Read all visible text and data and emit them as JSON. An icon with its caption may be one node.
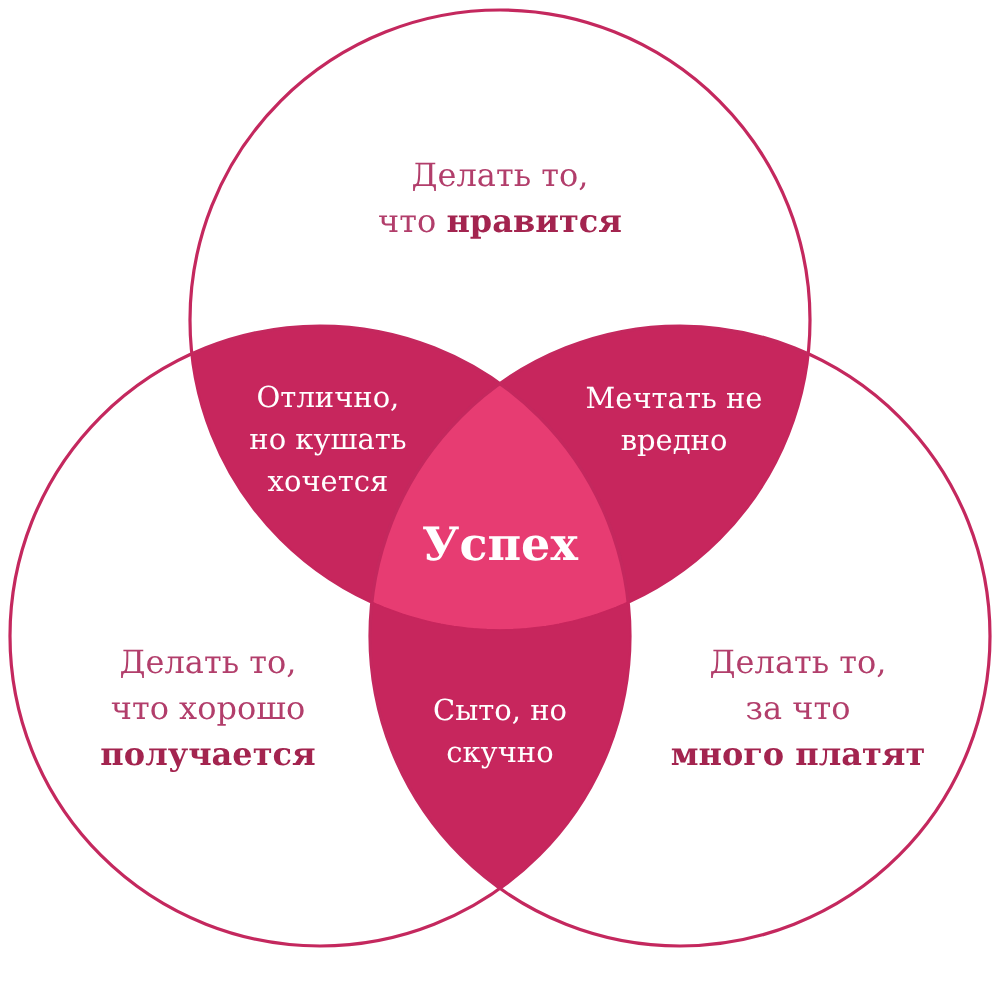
{
  "diagram": {
    "nodes": [
      {
        "text": [
          "Делать то, что **нравится**"
        ]
      },
      {
        "text": [
          "Отлично, но кушать хочется"
        ]
      },
      {
        "text": [
          "Мечтать не вредно"
        ]
      },
      {
        "text": [
          "Успех"
        ]
      },
      {
        "text": [
          "Делать то, что хорошо **получается**"
        ]
      },
      {
        "text": [
          "Сыто, но скучно"
        ]
      },
      {
        "text": [
          "Делать то, за что **много платят**"
        ]
      }
    ]
  }
}
